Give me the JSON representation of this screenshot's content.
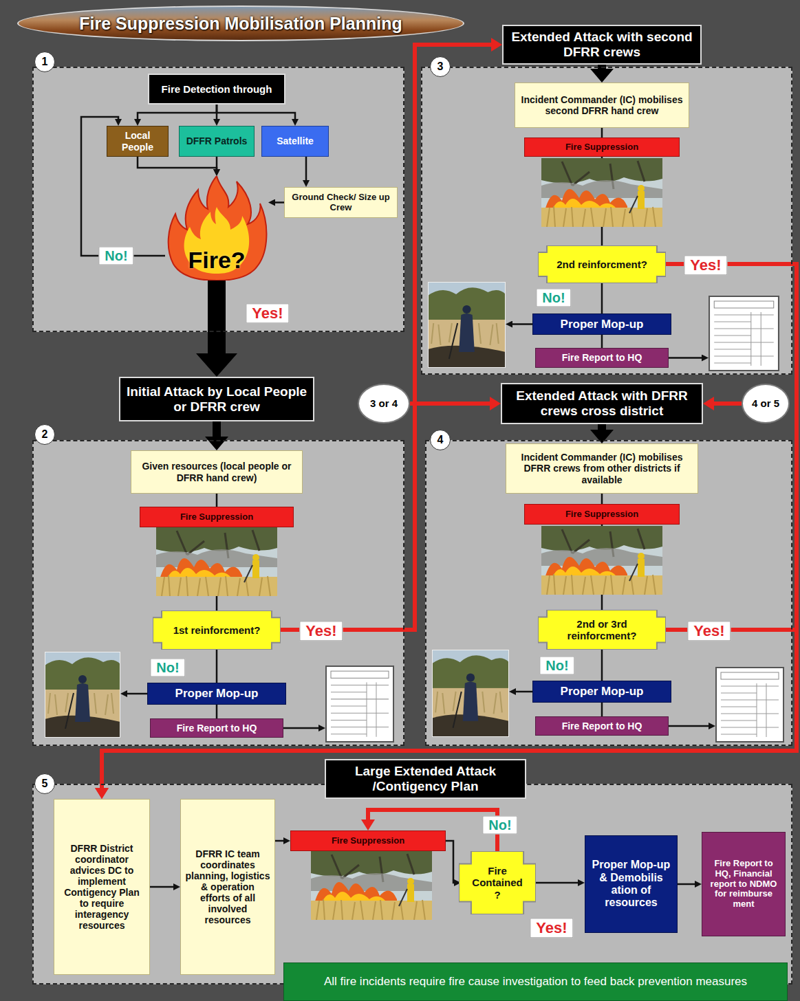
{
  "diagram": {
    "title": "Fire Suppression Mobilisation Planning",
    "nodes": [
      {
        "text": [
          "1"
        ]
      },
      {
        "text": [
          "Fire Detection through"
        ],
        "in": 0
      },
      {
        "text": [
          "Local People"
        ],
        "in": 0
      },
      {
        "text": [
          "DFFR Patrols"
        ],
        "in": 0
      },
      {
        "text": [
          "Satellite"
        ],
        "in": 0
      },
      {
        "text": [
          "Ground Check/ Size up Crew"
        ],
        "in": 0
      },
      {
        "text": [
          "Fire?"
        ],
        "in": 0
      },
      {
        "text": [
          "Initial Attack by Local People or DFRR crew"
        ]
      },
      {
        "text": [
          "2"
        ]
      },
      {
        "text": [
          "Given resources (local people or DFRR hand crew)"
        ],
        "in": 8
      },
      {
        "text": [
          "Fire Suppression"
        ],
        "in": 8
      },
      {
        "text": [
          "1st reinforcment?"
        ],
        "in": 8
      },
      {
        "text": [
          "Proper Mop-up"
        ],
        "in": 8
      },
      {
        "text": [
          "Fire Report to HQ"
        ],
        "in": 8
      },
      {
        "text": [
          "Extended Attack with second DFRR crews"
        ]
      },
      {
        "text": [
          "3"
        ]
      },
      {
        "text": [
          "Incident Commander (IC) mobilises second DFRR hand crew"
        ],
        "in": 15
      },
      {
        "text": [
          "Fire Suppression"
        ],
        "in": 15
      },
      {
        "text": [
          "2nd reinforcment?"
        ],
        "in": 15
      },
      {
        "text": [
          "Proper Mop-up"
        ],
        "in": 15
      },
      {
        "text": [
          "Fire Report to HQ"
        ],
        "in": 15
      },
      {
        "text": [
          "3 or 4"
        ]
      },
      {
        "text": [
          "Extended Attack with DFRR crews cross district"
        ]
      },
      {
        "text": [
          "4 or 5"
        ]
      },
      {
        "text": [
          "4"
        ]
      },
      {
        "text": [
          "Incident Commander (IC) mobilises DFRR crews from other districts if available"
        ],
        "in": 24
      },
      {
        "text": [
          "Fire Suppression"
        ],
        "in": 24
      },
      {
        "text": [
          "2nd or 3rd reinforcment?"
        ],
        "in": 24
      },
      {
        "text": [
          "Proper Mop-up"
        ],
        "in": 24
      },
      {
        "text": [
          "Fire Report to HQ"
        ],
        "in": 24
      },
      {
        "text": [
          "Large Extended Attack /Contigency Plan"
        ]
      },
      {
        "text": [
          "5"
        ]
      },
      {
        "text": [
          "DFRR District coordinator advices DC to implement Contigency Plan to require interagency resources"
        ],
        "in": 31
      },
      {
        "text": [
          "DFRR IC team coordinates planning, logistics & operation efforts of all involved resources"
        ],
        "in": 31
      },
      {
        "text": [
          "Fire Suppression"
        ],
        "in": 31
      },
      {
        "text": [
          "Fire Contained ?"
        ],
        "in": 31
      },
      {
        "text": [
          "Proper Mop-up & Demobilis ation of resources"
        ],
        "in": 31
      },
      {
        "text": [
          "Fire Report to HQ, Financial report to NDMO for reimburse ment"
        ],
        "in": 31
      },
      {
        "text": [
          "All fire incidents require fire cause investigation to feed back prevention measures"
        ]
      }
    ],
    "edges": [
      {
        "from": 1,
        "to": 2,
        "arrow": "to"
      },
      {
        "from": 1,
        "to": 3,
        "arrow": "to"
      },
      {
        "from": 1,
        "to": 4,
        "arrow": "to"
      },
      {
        "from": 2,
        "to": 6,
        "arrow": "to"
      },
      {
        "from": 3,
        "to": 6,
        "arrow": "to"
      },
      {
        "from": 4,
        "to": 5,
        "arrow": "to"
      },
      {
        "from": 5,
        "to": 6,
        "arrow": "to"
      },
      {
        "from": 6,
        "to": 2,
        "label": "No!",
        "arrow": "to"
      },
      {
        "from": 6,
        "to": 7,
        "label": "Yes!",
        "arrow": "to"
      },
      {
        "from": 7,
        "to": 9,
        "arrow": "to"
      },
      {
        "from": 9,
        "to": 10,
        "arrow": "none"
      },
      {
        "from": 10,
        "to": 11,
        "arrow": "none"
      },
      {
        "from": 11,
        "to": 14,
        "label": "Yes!",
        "arrow": "to"
      },
      {
        "from": 11,
        "to": 12,
        "label": "No!",
        "arrow": "none"
      },
      {
        "from": 12,
        "to": 13,
        "arrow": "none"
      },
      {
        "from": 14,
        "to": 16,
        "arrow": "to"
      },
      {
        "from": 16,
        "to": 17,
        "arrow": "none"
      },
      {
        "from": 17,
        "to": 18,
        "arrow": "none"
      },
      {
        "from": 18,
        "to": 32,
        "label": "Yes!",
        "arrow": "to"
      },
      {
        "from": 18,
        "to": 19,
        "label": "No!",
        "arrow": "none"
      },
      {
        "from": 19,
        "to": 20,
        "arrow": "none"
      },
      {
        "from": 21,
        "to": 22,
        "arrow": "to"
      },
      {
        "from": 23,
        "to": 22,
        "arrow": "to"
      },
      {
        "from": 22,
        "to": 25,
        "arrow": "to"
      },
      {
        "from": 25,
        "to": 26,
        "arrow": "none"
      },
      {
        "from": 26,
        "to": 27,
        "arrow": "none"
      },
      {
        "from": 27,
        "to": 32,
        "label": "Yes!",
        "arrow": "to"
      },
      {
        "from": 27,
        "to": 28,
        "label": "No!",
        "arrow": "none"
      },
      {
        "from": 28,
        "to": 29,
        "arrow": "none"
      },
      {
        "from": 32,
        "to": 33,
        "arrow": "to"
      },
      {
        "from": 33,
        "to": 34,
        "arrow": "to"
      },
      {
        "from": 34,
        "to": 35,
        "arrow": "to"
      },
      {
        "from": 35,
        "to": 34,
        "label": "No!",
        "arrow": "to"
      },
      {
        "from": 35,
        "to": 36,
        "label": "Yes!",
        "arrow": "to"
      },
      {
        "from": 36,
        "to": 37,
        "arrow": "to"
      }
    ]
  }
}
